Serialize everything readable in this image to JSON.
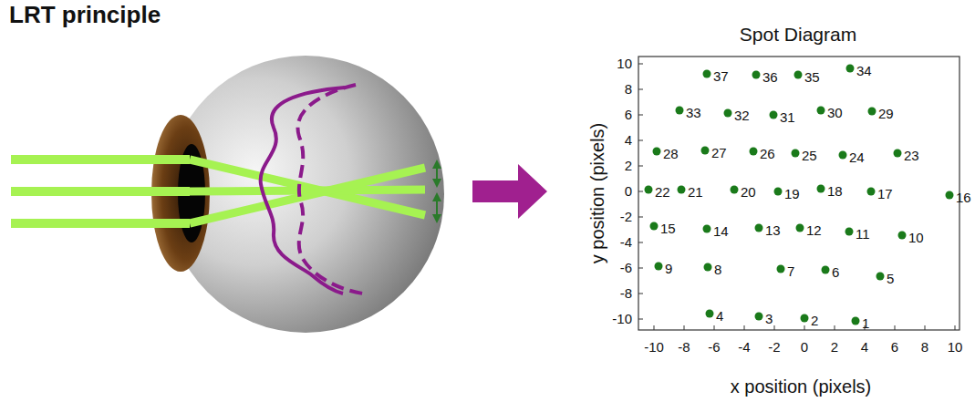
{
  "diagram": {
    "title": "LRT principle",
    "labels": [
      "Spot Diagram",
      "y position (pixels)",
      "x position (pixels)",
      "-10",
      "-8",
      "-6",
      "-4",
      "-2",
      "0",
      "2",
      "4",
      "6",
      "8",
      "10",
      "10",
      "8",
      "6",
      "4",
      "2",
      "0",
      "-2",
      "-4",
      "-6",
      "-8",
      "-10",
      "1",
      "2",
      "3",
      "4",
      "5",
      "6",
      "7",
      "8",
      "9",
      "10",
      "11",
      "12",
      "13",
      "14",
      "15",
      "16",
      "17",
      "18",
      "19",
      "20",
      "21",
      "22",
      "23",
      "24",
      "25",
      "26",
      "27",
      "28",
      "29",
      "30",
      "31",
      "32",
      "33",
      "34",
      "35",
      "36",
      "37"
    ]
  }
}
